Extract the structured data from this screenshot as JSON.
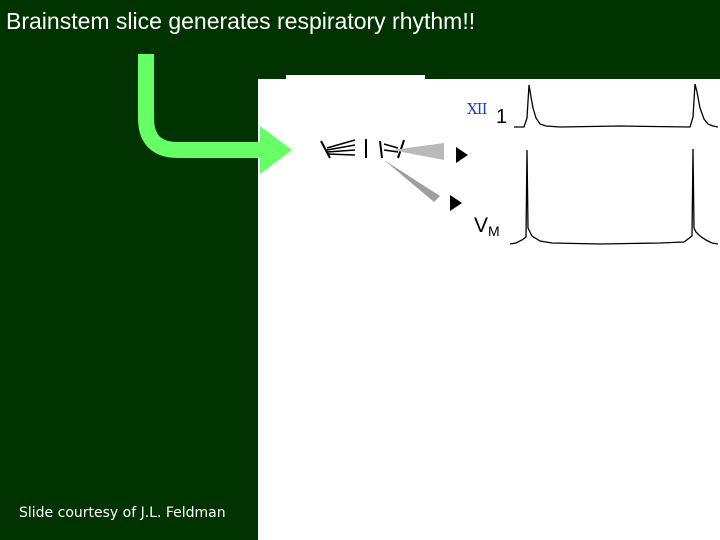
{
  "title": "Brainstem slice generates respiratory rhythm!!",
  "credit": "Slide courtesy of J.L. Feldman",
  "figure": {
    "label_xii": "XII",
    "label_xii_index": "1",
    "label_vm_main": "V",
    "label_vm_sub": "M"
  },
  "colors": {
    "background": "#003300",
    "arrow": "#66ff66",
    "xii_label": "#1a3fc8"
  }
}
